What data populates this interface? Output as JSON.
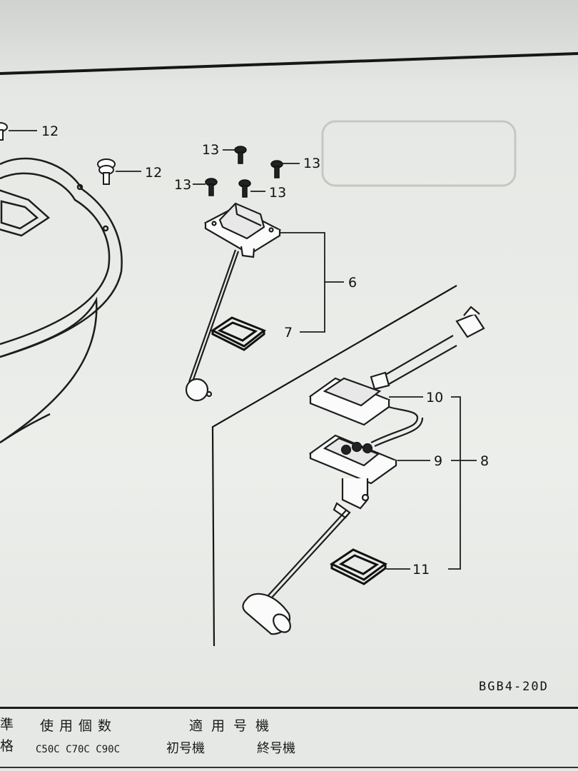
{
  "diagram": {
    "callouts": {
      "c12a": "12",
      "c12b": "12",
      "c13a": "13",
      "c13b": "13",
      "c13c": "13",
      "c13d": "13",
      "c6": "6",
      "c7": "7",
      "c10": "10",
      "c9": "9",
      "c8": "8",
      "c11": "11"
    },
    "code": "BGB4-20D"
  },
  "footer": {
    "col_standard_top": "準",
    "col_standard_bottom": "格",
    "col_usage": "使用個数",
    "col_applicable": "適用号機",
    "models": "C50C C70C C90C",
    "first_unit": "初号機",
    "last_unit": "終号機"
  }
}
